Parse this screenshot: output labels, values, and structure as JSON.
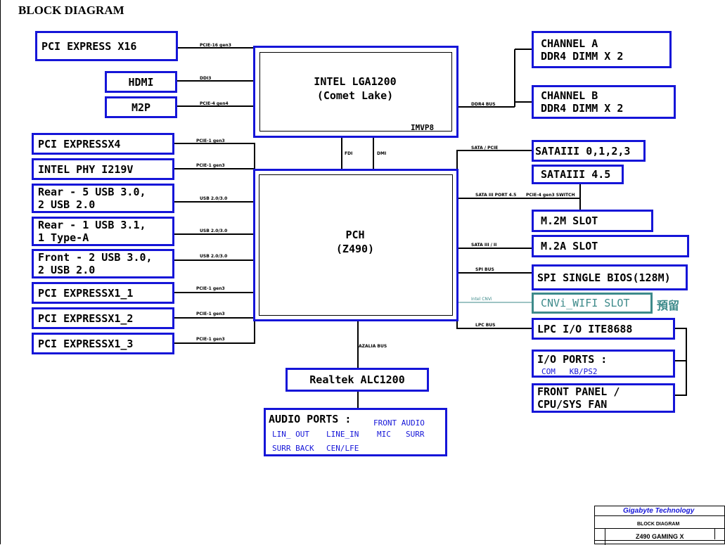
{
  "title": "BLOCK DIAGRAM",
  "cpu": {
    "line1": "INTEL LGA1200",
    "line2": "(Comet Lake)",
    "vr": "IMVP8"
  },
  "pch": {
    "line1": "PCH",
    "line2": "(Z490)"
  },
  "left_boxes": {
    "pcie_x16": "PCI EXPRESS X16",
    "hdmi": "HDMI",
    "m2p": "M2P",
    "pcie_x4": "PCI EXPRESSX4",
    "intel_phy": "INTEL PHY I219V",
    "rear_usb30": "Rear - 5 USB 3.0,\n2 USB 2.0",
    "rear_usb31": "Rear - 1 USB 3.1,\n1 Type-A",
    "front_usb30": "Front - 2 USB 3.0,\n2 USB 2.0",
    "pcie_x1_1": "PCI EXPRESSX1_1",
    "pcie_x1_2": "PCI EXPRESSX1_2",
    "pcie_x1_3": "PCI EXPRESSX1_3"
  },
  "right_boxes": {
    "channel_a": "CHANNEL A\nDDR4 DIMM X 2",
    "channel_b": "CHANNEL B\nDDR4 DIMM X 2",
    "sata_0123": "SATAIII 0,1,2,3",
    "sata_45": "SATAIII 4.5",
    "m2m": "M.2M SLOT",
    "m2a": "M.2A SLOT",
    "spi_bios": "SPI SINGLE BIOS(128M)",
    "cnvi": "CNVi_WIFI SLOT",
    "cnvi_note": "預留",
    "lpc_io": "LPC I/O ITE8688",
    "io_ports_title": "I/O PORTS :",
    "io_ports_items": "COM   KB/PS2",
    "front_panel": "FRONT PANEL /\nCPU/SYS FAN"
  },
  "audio": {
    "codec": "Realtek ALC1200",
    "ports_title": "AUDIO PORTS :",
    "ports_items": [
      "FRONT AUDIO",
      "LIN_ OUT",
      "LINE_IN",
      "MIC",
      "SURR",
      "SURR BACK",
      "CEN/LFE"
    ]
  },
  "bus_labels": {
    "pcie16": "PCIE-16 gen3",
    "ddi3": "DDI3",
    "pcie4_gen4": "PCIE-4 gen4",
    "ddr4_bus": "DDR4 BUS",
    "fdi": "FDI",
    "dmi": "DMI",
    "pcie1_a": "PCIE-1 gen3",
    "pcie1_b": "PCIE-1 gen3",
    "usb_a": "USB 2.0/3.0",
    "usb_b": "USB 2.0/3.0",
    "usb_c": "USB 2.0/3.0",
    "pcie1_c": "PCIE-1 gen3",
    "pcie1_d": "PCIE-1 gen3",
    "pcie1_e": "PCIE-1 gen3",
    "sata_pcie": "SATA / PCIE",
    "sata3_port45": "SATA III PORT 4.5",
    "pcie4_gen3_switch": "PCIE-4 gen3   SWITCH",
    "sata3_ii": "SATA III / II",
    "spi_bus": "SPI BUS",
    "intel_cnvi": "Intel CNVi",
    "lpc_bus": "LPC BUS",
    "azalia_bus": "AZALIA BUS"
  },
  "title_block": {
    "company": "Gigabyte Technology",
    "doc_title": "BLOCK DIAGRAM",
    "model": "Z490 GAMING X"
  },
  "colors": {
    "box_border": "#1515d8",
    "cnvi": "#3d8a8a"
  }
}
